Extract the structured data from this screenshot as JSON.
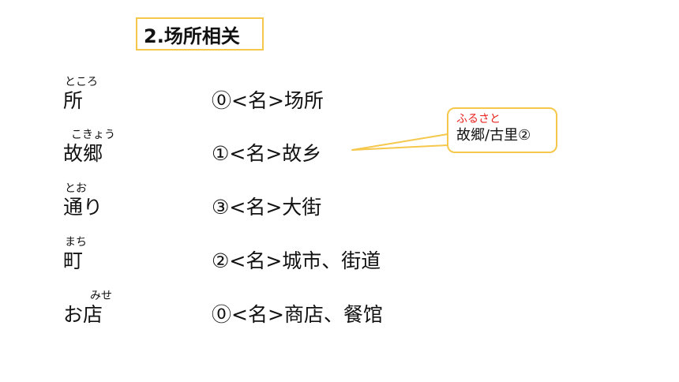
{
  "title": "2.场所相关",
  "vocab": [
    {
      "reading": "ところ",
      "word": "所",
      "definition": "⓪<名>场所"
    },
    {
      "reading": "こきょう",
      "word": "故郷",
      "definition": "①<名>故乡"
    },
    {
      "reading": "とお",
      "word": "通り",
      "definition": "③<名>大街"
    },
    {
      "reading": "まち",
      "word": "町",
      "definition": "②<名>城市、街道"
    },
    {
      "reading": "みせ",
      "word": "お店",
      "definition": "⓪<名>商店、餐馆"
    }
  ],
  "callout": {
    "reading": "ふるさと",
    "text": "故郷/古里②"
  },
  "colors": {
    "accent_border": "#f5c84c",
    "callout_reading": "#e8201a",
    "text": "#111111"
  }
}
